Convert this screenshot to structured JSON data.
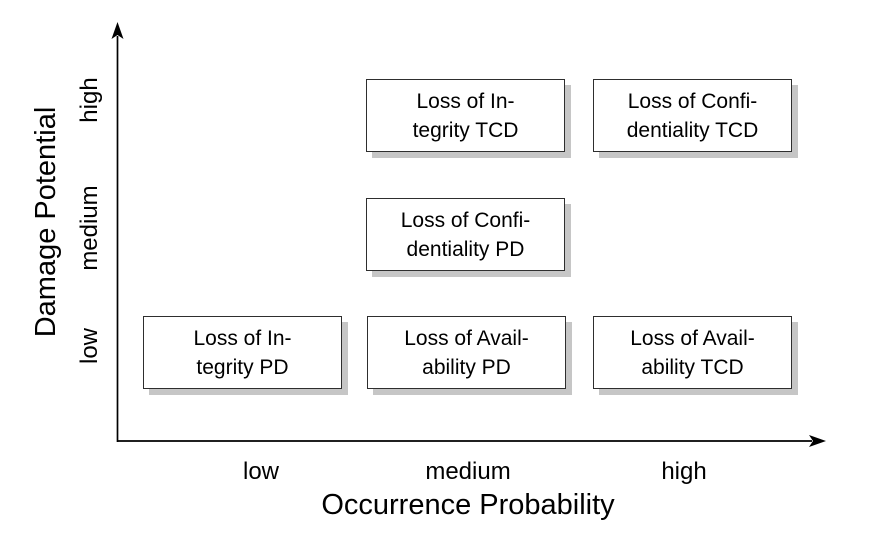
{
  "colors": {
    "background": "#ffffff",
    "axis": "#000000",
    "box_border": "#2e2e2e",
    "box_fill": "#ffffff",
    "box_shadow": "#c6c6c6",
    "text": "#000000"
  },
  "x_axis": {
    "label": "Occurrence Probability",
    "ticks": [
      "low",
      "medium",
      "high"
    ]
  },
  "y_axis": {
    "label": "Damage Potential",
    "ticks": [
      "low",
      "medium",
      "high"
    ]
  },
  "boxes": [
    {
      "label": "Loss of Integrity TCD",
      "lines": [
        "Loss of In-",
        "tegrity TCD"
      ],
      "occurrence": "medium",
      "damage": "high"
    },
    {
      "label": "Loss of Confidentiality TCD",
      "lines": [
        "Loss of Confi-",
        "dentiality TCD"
      ],
      "occurrence": "high",
      "damage": "high"
    },
    {
      "label": "Loss of Confidentiality PD",
      "lines": [
        "Loss of Confi-",
        "dentiality PD"
      ],
      "occurrence": "medium",
      "damage": "medium"
    },
    {
      "label": "Loss of Integrity PD",
      "lines": [
        "Loss of In-",
        "tegrity PD"
      ],
      "occurrence": "low",
      "damage": "low"
    },
    {
      "label": "Loss of Availability PD",
      "lines": [
        "Loss of Avail-",
        "ability PD"
      ],
      "occurrence": "medium",
      "damage": "low"
    },
    {
      "label": "Loss of Availability TCD",
      "lines": [
        "Loss of Avail-",
        "ability TCD"
      ],
      "occurrence": "high",
      "damage": "low"
    }
  ],
  "chart_data": {
    "type": "scatter",
    "title": "",
    "xlabel": "Occurrence Probability",
    "ylabel": "Damage Potential",
    "x_ticks": [
      "low",
      "medium",
      "high"
    ],
    "y_ticks": [
      "low",
      "medium",
      "high"
    ],
    "grid": false,
    "legend": "none",
    "points": [
      {
        "label": "Loss of Integrity TCD",
        "x": "medium",
        "y": "high"
      },
      {
        "label": "Loss of Confidentiality TCD",
        "x": "high",
        "y": "high"
      },
      {
        "label": "Loss of Confidentiality PD",
        "x": "medium",
        "y": "medium"
      },
      {
        "label": "Loss of Integrity PD",
        "x": "low",
        "y": "low"
      },
      {
        "label": "Loss of Availability PD",
        "x": "medium",
        "y": "low"
      },
      {
        "label": "Loss of Availability TCD",
        "x": "high",
        "y": "low"
      }
    ]
  }
}
